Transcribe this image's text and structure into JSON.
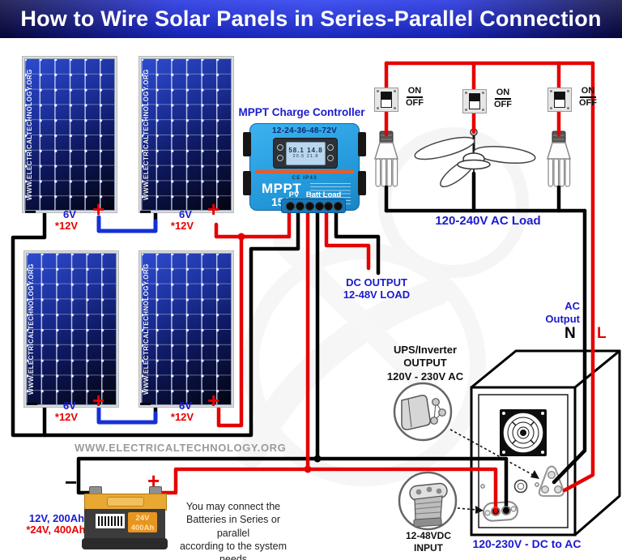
{
  "title": "How to Wire Solar Panels in Series-Parallel Connection",
  "watermark": "WWW.ELECTRICALTECHNOLOGY.ORG",
  "colors": {
    "wire_red": "#e60000",
    "wire_black": "#000000",
    "wire_blue": "#1430d8",
    "label_blue": "#1a1ad0",
    "label_red": "#e60000",
    "controller_body": "#2fa3e6",
    "controller_stripe": "#e85c2a",
    "battery_orange": "#e8a832",
    "title_background": "#1c2ce0"
  },
  "solar_array": {
    "panel_side_text": "WWW.ELECTRICALTECHNOLOGY.ORG",
    "panels": [
      {
        "voltage": "6V",
        "alt_voltage": "*12V",
        "minus": "−",
        "plus": "+"
      },
      {
        "voltage": "6V",
        "alt_voltage": "*12V",
        "minus": "−",
        "plus": "+"
      },
      {
        "voltage": "6V",
        "alt_voltage": "*12V",
        "minus": "−",
        "plus": "+"
      },
      {
        "voltage": "6V",
        "alt_voltage": "*12V",
        "minus": "−",
        "plus": "+"
      }
    ]
  },
  "controller": {
    "title": "MPPT Charge Controller",
    "voltage_range": "12-24-36-48-72V",
    "lcd_line1": "58.1  14.8",
    "lcd_line2": "20.5  21.8",
    "cert_text": "CE IP43",
    "brand": "MPPT",
    "model": "150",
    "terminals": [
      "PV",
      "Batt",
      "Load"
    ]
  },
  "ac_load_section": {
    "label": "120-240V AC Load",
    "switches": [
      {
        "on": "ON",
        "off": "OFF"
      },
      {
        "on": "ON",
        "off": "OFF"
      },
      {
        "on": "ON",
        "off": "OFF"
      }
    ]
  },
  "dc_output": {
    "line1": "DC OUTPUT",
    "line2": "12-48V LOAD"
  },
  "ac_output": {
    "line1": "AC",
    "line2": "Output",
    "neutral": "N",
    "live": "L"
  },
  "ups_output": {
    "line1": "UPS/Inverter",
    "line2": "OUTPUT",
    "line3": "120V - 230V AC"
  },
  "dc_input": {
    "line1": "12-48VDC",
    "line2": "INPUT"
  },
  "inverter": {
    "caption": "120-230V - DC to AC"
  },
  "battery": {
    "rating_primary": "12V, 200Ah",
    "rating_secondary": "*24V, 400Ah",
    "plate_voltage": "24V",
    "plate_capacity": "400Ah",
    "minus": "−",
    "plus": "+",
    "note": [
      "You may connect the",
      "Batteries in Series or parallel",
      "according to the system needs"
    ]
  }
}
